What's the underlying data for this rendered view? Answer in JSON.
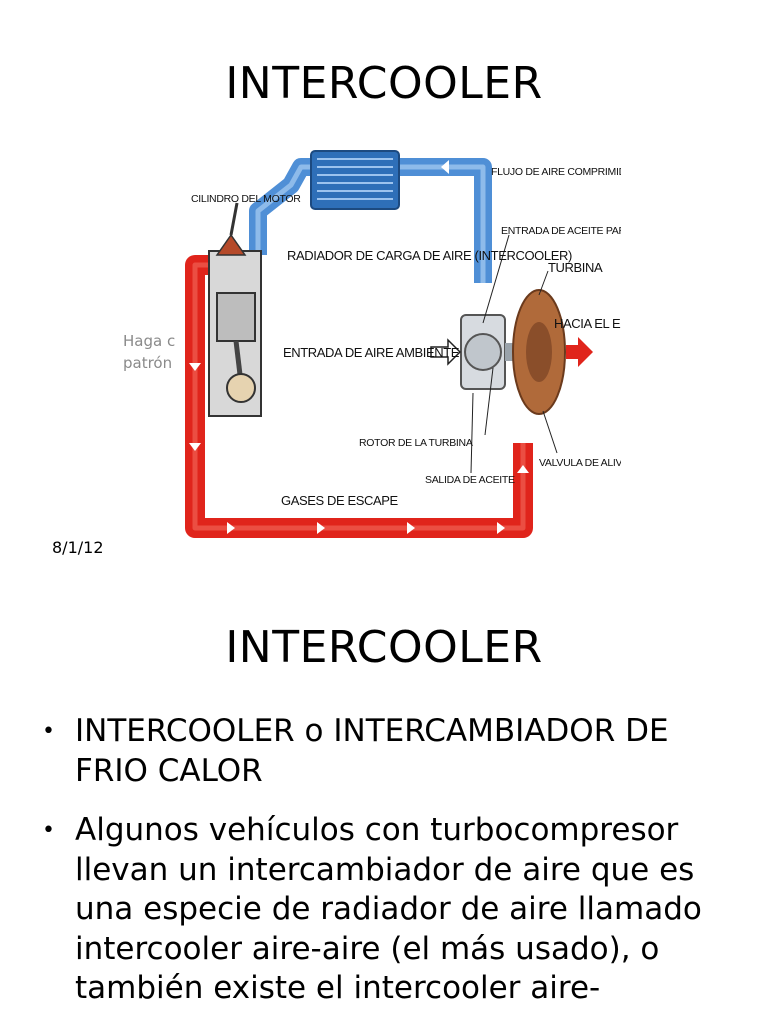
{
  "slide1": {
    "title": "INTERCOOLER",
    "placeholder_hint": "Haga clic en el icono para agregar una imagen del patrón",
    "placeholder_hint_line1": "Haga c",
    "placeholder_hint_line2": "patrón",
    "date": "8/1/12",
    "diagram": {
      "labels": {
        "compressed_air_flow": "FLUJO DE AIRE COMPRIMIDO",
        "engine_cylinder": "CILINDRO DEL MOTOR",
        "turbo_oil_inlet": "ENTRADA DE ACEITE PARA EL TURBO",
        "charge_air_radiator": "RADIADOR DE CARGA DE AIRE (INTERCOOLER)",
        "turbine": "TURBINA",
        "to_exhaust": "HACIA EL ESCAPE",
        "ambient_air_inlet": "ENTRADA DE AIRE AMBIENTE",
        "turbine_rotor": "ROTOR DE LA TURBINA",
        "wastegate_valve": "VALVULA DE ALIVIO O WASTEGATE",
        "oil_outlet": "SALIDA DE ACEITE",
        "exhaust_gases": "GASES DE ESCAPE"
      },
      "colors": {
        "cold_air_pipe": "#4f8fd6",
        "hot_exhaust_pipe": "#e0241b",
        "intercooler_core": "#2e6fb8",
        "turbine_housing": "#b06a3a"
      }
    }
  },
  "slide2": {
    "title": "INTERCOOLER",
    "bullets": [
      "INTERCOOLER o INTERCAMBIADOR DE FRIO CALOR",
      "Algunos vehículos con turbocompresor llevan un intercambiador de aire que es una especie de radiador de aire llamado intercooler aire-aire (el más usado), o también existe el intercooler aire-"
    ]
  }
}
